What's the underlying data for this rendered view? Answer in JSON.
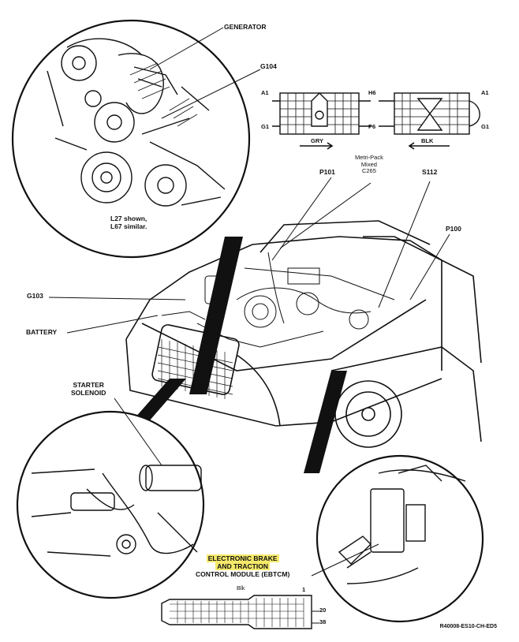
{
  "callouts": {
    "generator": "GENERATOR",
    "g104": "G104",
    "engine_note_line1": "L27 shown,",
    "engine_note_line2": "L67 similar.",
    "metri_pack_line1": "Metri-Pack",
    "metri_pack_line2": "Mixed",
    "metri_pack_line3": "C265",
    "p101": "P101",
    "s112": "S112",
    "p100": "P100",
    "g103": "G103",
    "battery": "BATTERY",
    "starter_line1": "STARTER",
    "starter_line2": "SOLENOID"
  },
  "connector_c265": {
    "left_top": "A1",
    "left_bottom": "G1",
    "mid_top_left": "H6",
    "mid_bottom_left": "P6",
    "right_top": "A1",
    "right_bottom": "G1",
    "gry": "GRY",
    "blk": "BLK"
  },
  "ebtcm": {
    "line1": "ELECTRONIC BRAKE",
    "line2": "AND TRACTION",
    "line3": "CONTROL MODULE (EBTCM)",
    "color": "Blk",
    "pin_1": "1",
    "pin_20": "20",
    "pin_38": "38"
  },
  "figure_code": "R40008-ES10-CH-ED5",
  "colors": {
    "ink": "#111111",
    "highlight": "#f5e96a",
    "paper": "#ffffff"
  }
}
